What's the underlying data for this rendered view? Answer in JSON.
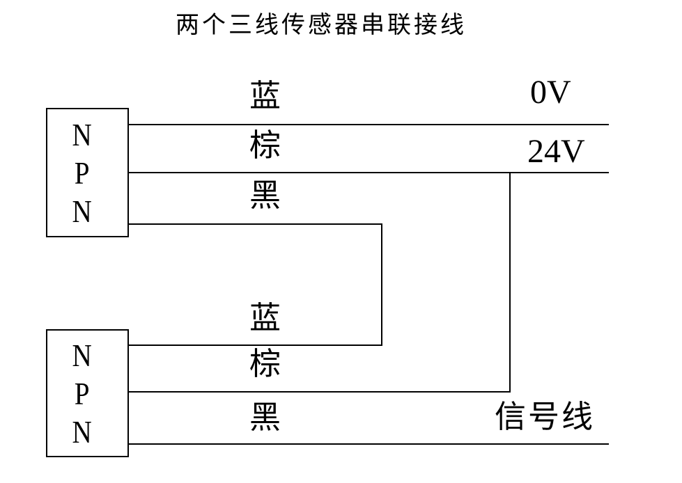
{
  "title": "两个三线传感器串联接线",
  "sensor1": {
    "label": "N\nP\nN",
    "wire_blue": "蓝",
    "wire_brown": "棕",
    "wire_black": "黑"
  },
  "sensor2": {
    "label": "N\nP\nN",
    "wire_blue": "蓝",
    "wire_brown": "棕",
    "wire_black": "黑"
  },
  "rails": {
    "zero_volt": "0V",
    "plus_24v": "24V",
    "signal": "信号线"
  },
  "colors": {
    "line": "#000000",
    "text": "#000000",
    "background": "#ffffff"
  }
}
